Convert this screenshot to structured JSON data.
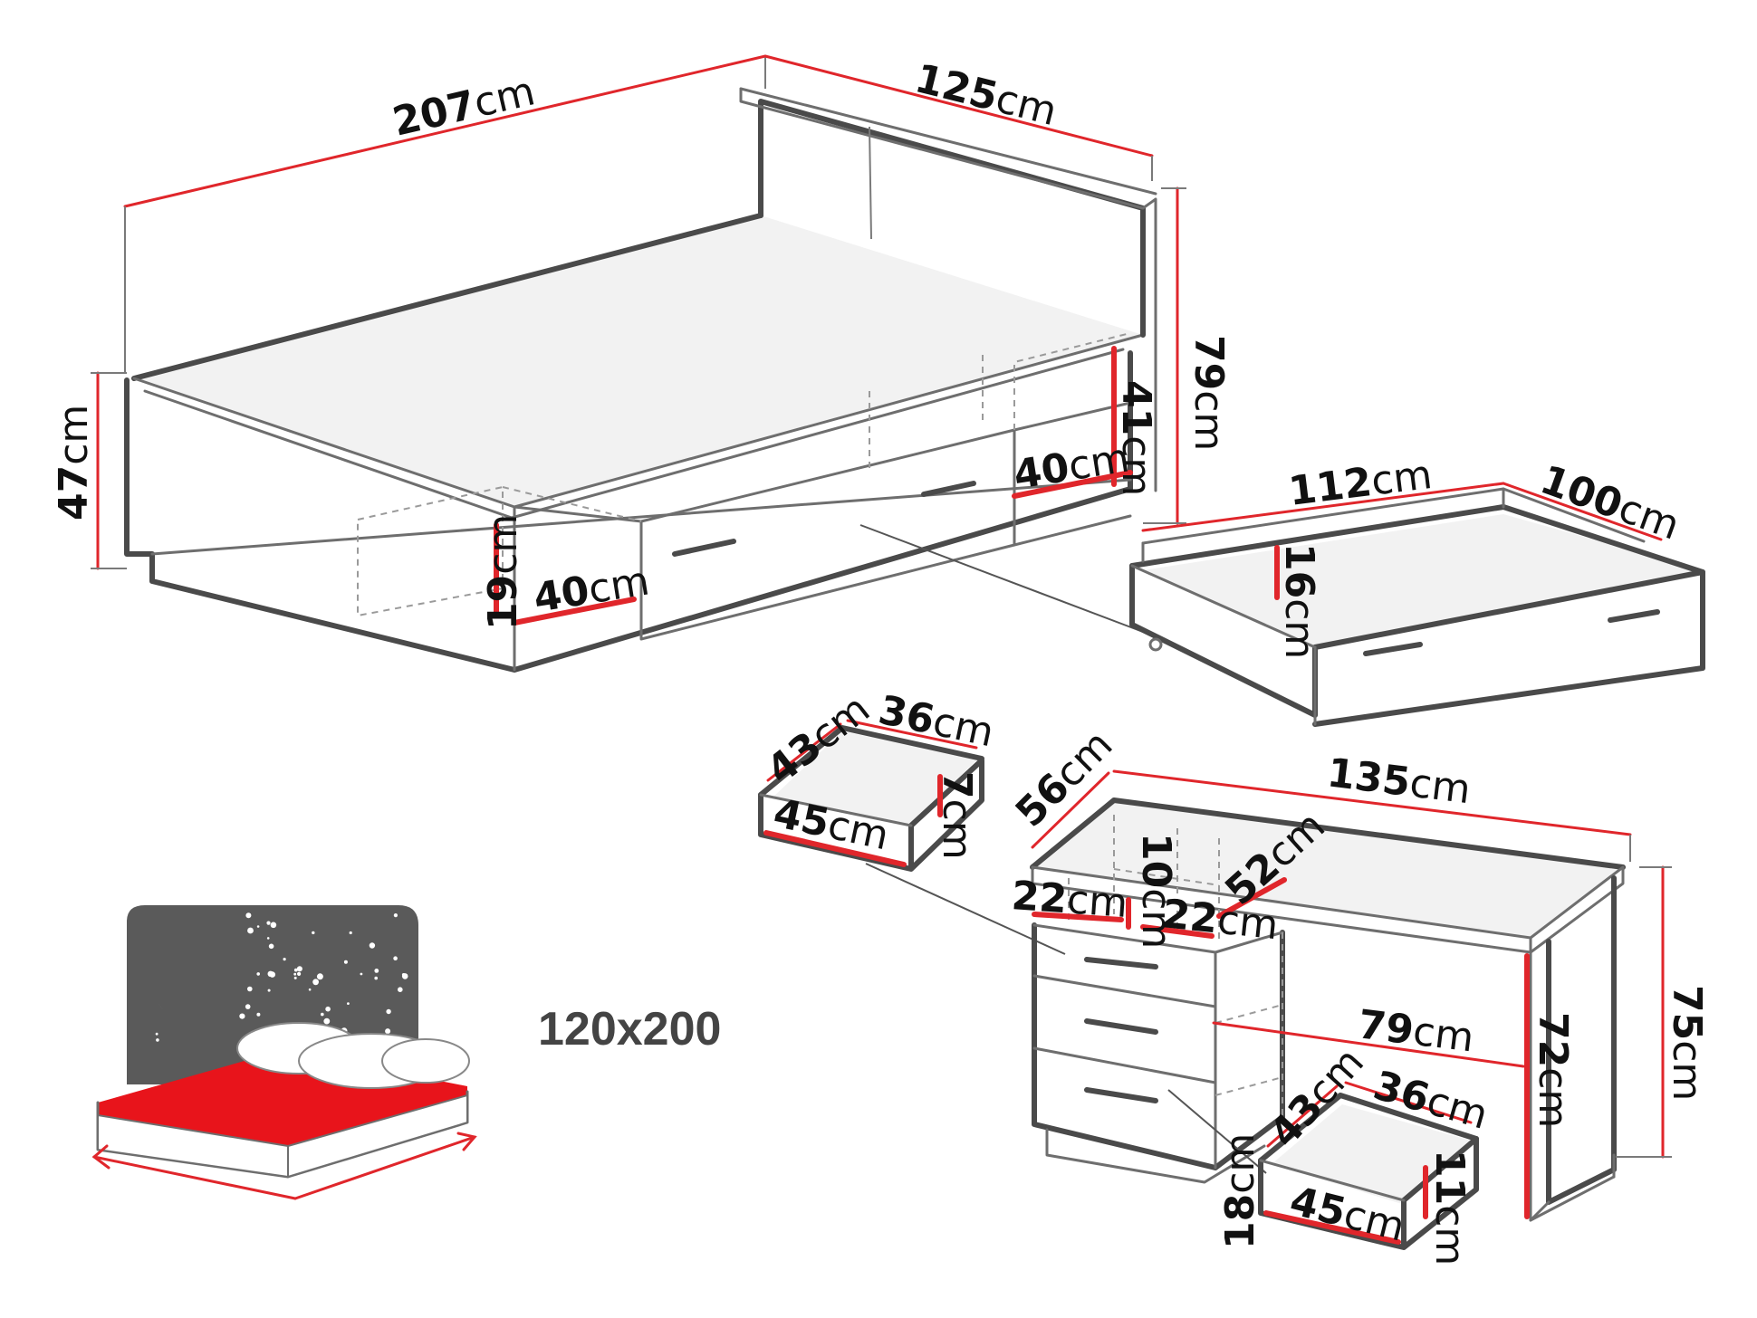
{
  "bed": {
    "length": {
      "value": "207",
      "unit": "cm"
    },
    "width": {
      "value": "125",
      "unit": "cm"
    },
    "headboard_height": {
      "value": "79",
      "unit": "cm"
    },
    "bed_height": {
      "value": "47",
      "unit": "cm"
    },
    "inner_height": {
      "value": "41",
      "unit": "cm"
    },
    "compartment_depth_right": {
      "value": "40",
      "unit": "cm"
    },
    "compartment_depth_left": {
      "value": "40",
      "unit": "cm"
    },
    "compartment_height": {
      "value": "19",
      "unit": "cm"
    }
  },
  "bed_drawer": {
    "length": {
      "value": "112",
      "unit": "cm"
    },
    "depth": {
      "value": "100",
      "unit": "cm"
    },
    "height": {
      "value": "16",
      "unit": "cm"
    }
  },
  "small_drawer_top": {
    "depth": {
      "value": "43",
      "unit": "cm"
    },
    "width_back": {
      "value": "36",
      "unit": "cm"
    },
    "width_front": {
      "value": "45",
      "unit": "cm"
    },
    "height": {
      "value": "7",
      "unit": "cm"
    }
  },
  "desk": {
    "depth": {
      "value": "56",
      "unit": "cm"
    },
    "length": {
      "value": "135",
      "unit": "cm"
    },
    "height": {
      "value": "75",
      "unit": "cm"
    },
    "leg_room_height": {
      "value": "72",
      "unit": "cm"
    },
    "leg_room_width": {
      "value": "79",
      "unit": "cm"
    },
    "shelf_height": {
      "value": "10",
      "unit": "cm"
    },
    "shelf_depth": {
      "value": "52",
      "unit": "cm"
    },
    "shelf_width_left": {
      "value": "22",
      "unit": "cm"
    },
    "shelf_width_right": {
      "value": "22",
      "unit": "cm"
    }
  },
  "small_drawer_bottom": {
    "depth": {
      "value": "43",
      "unit": "cm"
    },
    "width_back": {
      "value": "36",
      "unit": "cm"
    },
    "width_front": {
      "value": "45",
      "unit": "cm"
    },
    "height": {
      "value": "11",
      "unit": "cm"
    },
    "front_height": {
      "value": "18",
      "unit": "cm"
    }
  },
  "mattress_size": "120x200",
  "colors": {
    "dimension_line": "#e0262b",
    "outline": "#4a4a4a",
    "sheet": "#e8141b",
    "headboard": "#5a5a5a"
  }
}
